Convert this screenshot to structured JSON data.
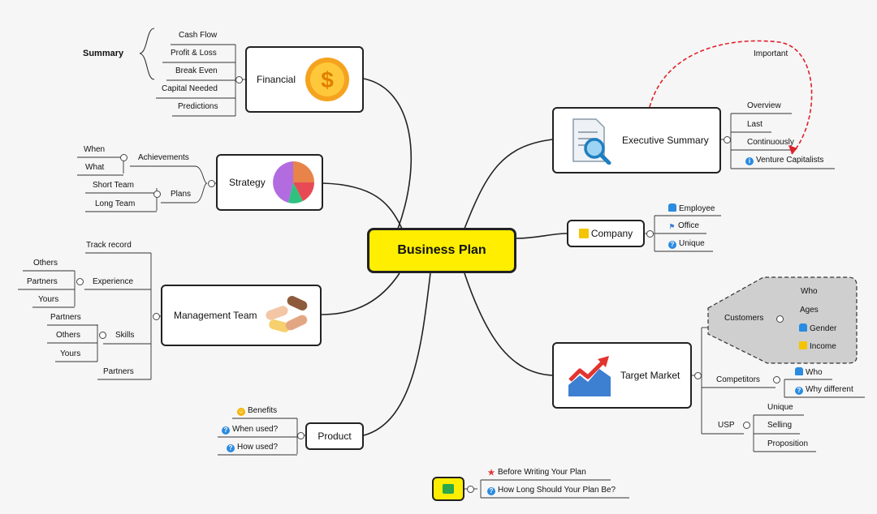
{
  "central": "Business Plan",
  "financial": {
    "title": "Financial",
    "items": [
      "Cash Flow",
      "Profit & Loss",
      "Break Even",
      "Capital Needed",
      "Predictions"
    ],
    "summary": "Summary"
  },
  "strategy": {
    "title": "Strategy",
    "achievements": "Achievements",
    "achievements_items": [
      "When",
      "What"
    ],
    "plans": "Plans",
    "plans_items": [
      "Short Team",
      "Long Team"
    ]
  },
  "management": {
    "title": "Management Team",
    "track": "Track record",
    "experience": "Experience",
    "experience_items": [
      "Others",
      "Partners",
      "Yours"
    ],
    "skills": "Skills",
    "skills_items": [
      "Partners",
      "Others",
      "Yours"
    ],
    "partners": "Partners"
  },
  "product": {
    "title": "Product",
    "items": [
      "Benefits",
      "When used?",
      "How used?"
    ]
  },
  "executive": {
    "title": "Executive Summary",
    "items": [
      "Overview",
      "Last",
      "Continuously",
      "Venture Capitalists"
    ],
    "relationship": "Important"
  },
  "company": {
    "title": "Company",
    "items": [
      "Employee",
      "Office",
      "Unique"
    ]
  },
  "target": {
    "title": "Target Market",
    "customers": "Customers",
    "customers_items": [
      "Who",
      "Ages",
      "Gender",
      "Income"
    ],
    "competitors": "Competitors",
    "competitors_items": [
      "Who",
      "Why different"
    ],
    "usp": "USP",
    "usp_items": [
      "Unique",
      "Selling",
      "Proposition"
    ]
  },
  "notes": {
    "items": [
      "Before Writing Your Plan",
      "How Long Should Your Plan Be?"
    ]
  },
  "colors": {
    "central": "#ffee00",
    "relationship": "#e0202a",
    "boundary": "#c8c8c8"
  }
}
